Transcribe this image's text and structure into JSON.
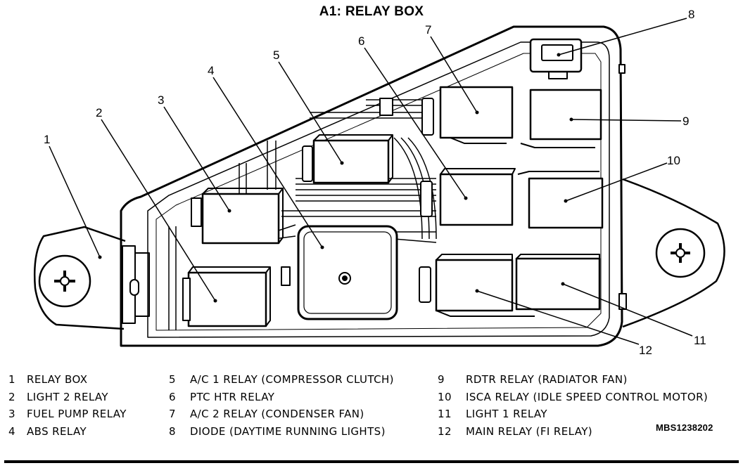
{
  "title": "A1: RELAY BOX",
  "callouts": [
    "1",
    "2",
    "3",
    "4",
    "5",
    "6",
    "7",
    "8",
    "9",
    "10",
    "11",
    "12"
  ],
  "legend": [
    {
      "num": "1",
      "text": "RELAY BOX"
    },
    {
      "num": "2",
      "text": "LIGHT 2 RELAY"
    },
    {
      "num": "3",
      "text": "FUEL PUMP RELAY"
    },
    {
      "num": "4",
      "text": "ABS RELAY"
    },
    {
      "num": "5",
      "text": "A/C 1 RELAY (COMPRESSOR CLUTCH)"
    },
    {
      "num": "6",
      "text": "PTC HTR RELAY"
    },
    {
      "num": "7",
      "text": "A/C 2 RELAY (CONDENSER FAN)"
    },
    {
      "num": "8",
      "text": "DIODE (DAYTIME RUNNING LIGHTS)"
    },
    {
      "num": "9",
      "text": "RDTR RELAY (RADIATOR FAN)"
    },
    {
      "num": "10",
      "text": "ISCA RELAY (IDLE SPEED CONTROL MOTOR)"
    },
    {
      "num": "11",
      "text": "LIGHT 1 RELAY"
    },
    {
      "num": "12",
      "text": "MAIN RELAY (FI RELAY)"
    }
  ],
  "figure_code": "MBS1238202"
}
